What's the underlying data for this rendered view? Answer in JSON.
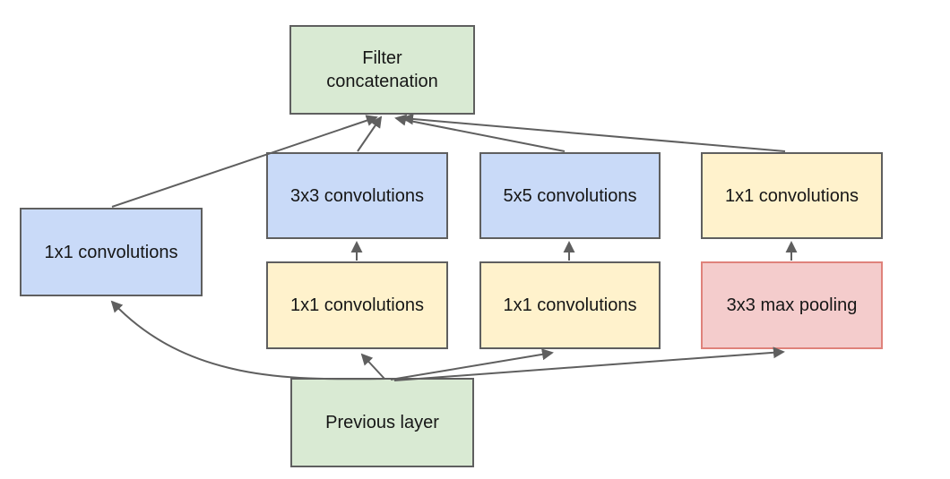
{
  "diagram": {
    "kind": "neural-network-inception-module",
    "nodes": {
      "filter_concat": {
        "label": "Filter\nconcatenation",
        "fill": "#d9ead3"
      },
      "conv3x3": {
        "label": "3x3 convolutions",
        "fill": "#c9daf8"
      },
      "conv5x5": {
        "label": "5x5 convolutions",
        "fill": "#c9daf8"
      },
      "conv1x1_right": {
        "label": "1x1 convolutions",
        "fill": "#fff2cc"
      },
      "conv1x1_left": {
        "label": "1x1 convolutions",
        "fill": "#c9daf8"
      },
      "conv1x1_mid_left": {
        "label": "1x1 convolutions",
        "fill": "#fff2cc"
      },
      "conv1x1_mid_right": {
        "label": "1x1 convolutions",
        "fill": "#fff2cc"
      },
      "maxpool3x3": {
        "label": "3x3 max pooling",
        "fill": "#f4cccc"
      },
      "previous_layer": {
        "label": "Previous layer",
        "fill": "#d9ead3"
      }
    },
    "edges": [
      {
        "from": "conv1x1_left",
        "to": "filter_concat"
      },
      {
        "from": "conv3x3",
        "to": "filter_concat"
      },
      {
        "from": "conv5x5",
        "to": "filter_concat"
      },
      {
        "from": "conv1x1_right",
        "to": "filter_concat"
      },
      {
        "from": "conv1x1_mid_left",
        "to": "conv3x3"
      },
      {
        "from": "conv1x1_mid_right",
        "to": "conv5x5"
      },
      {
        "from": "maxpool3x3",
        "to": "conv1x1_right"
      },
      {
        "from": "previous_layer",
        "to": "conv1x1_left"
      },
      {
        "from": "previous_layer",
        "to": "conv1x1_mid_left"
      },
      {
        "from": "previous_layer",
        "to": "conv1x1_mid_right"
      },
      {
        "from": "previous_layer",
        "to": "maxpool3x3"
      }
    ],
    "colors": {
      "box_border_gray": "#5f5f5f",
      "box_border_red": "#df827b",
      "arrow": "#5f5f5f",
      "text": "#161616",
      "background": "#ffffff",
      "fill_green": "#d9ead3",
      "fill_blue": "#c9daf8",
      "fill_yellow": "#fff2cc",
      "fill_pink": "#f4cccc"
    }
  }
}
